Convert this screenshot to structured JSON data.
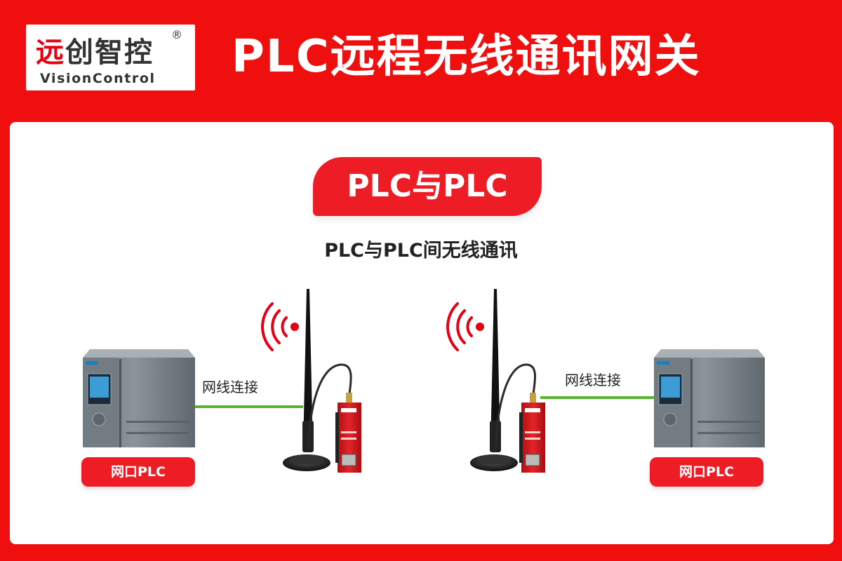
{
  "brand": {
    "logo_cn_first": "远",
    "logo_cn_rest": "创智控",
    "logo_registered": "®",
    "logo_en": "VisionControl"
  },
  "banner": {
    "title": "PLC远程无线通讯网关"
  },
  "section": {
    "badge": "PLC与PLC",
    "subtitle": "PLC与PLC间无线通讯"
  },
  "left": {
    "connection_label": "网线连接",
    "plc_label": "网口PLC"
  },
  "right": {
    "connection_label": "网线连接",
    "plc_label": "网口PLC"
  },
  "colors": {
    "brand_red": "#ee1c25",
    "cable_green": "#5ab52e",
    "banner_red": "#f00f0f"
  },
  "icons": {
    "wifi": "wifi-signal-icon",
    "antenna": "antenna-icon",
    "gateway": "gateway-device-icon",
    "plc": "plc-controller-icon"
  }
}
